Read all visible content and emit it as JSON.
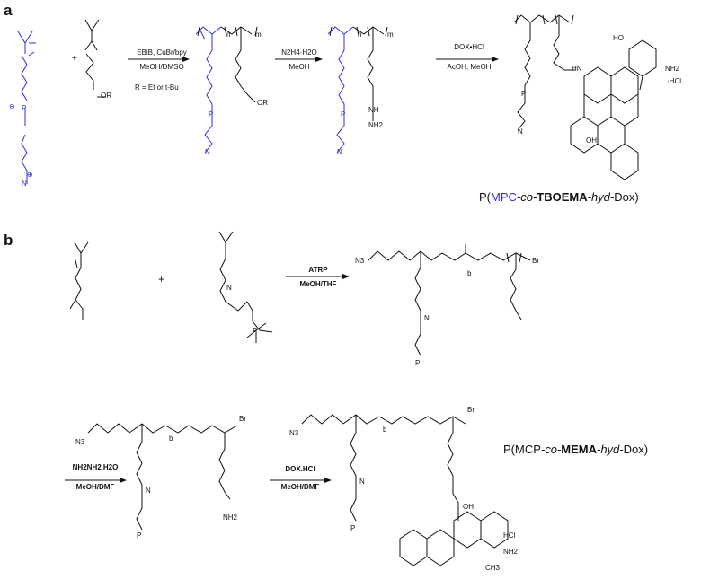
{
  "panel_a": {
    "label": "a",
    "reagents": {
      "step1_top": "EBiB, CuBr/bpy",
      "step1_bottom": "MeOH/DMSO",
      "r_group": "R = Et or t-Bu",
      "step2_top": "N2H4·H2O",
      "step2_bottom": "MeOH",
      "step3_top": "DOX•HCl",
      "step3_bottom": "AcOH, MeOH"
    },
    "plus": "+",
    "product": {
      "prefix": "P(",
      "mpc": "MPC",
      "co": "-co-",
      "tboema": "TBOEMA",
      "hyd": "-hyd-",
      "dox": "Dox)"
    }
  },
  "panel_b": {
    "label": "b",
    "plus": "+",
    "reagents": {
      "step1_top": "ATRP",
      "step1_bottom": "MeOH/THF",
      "step2_top": "NH2NH2.H2O",
      "step2_bottom": "MeOH/DMF",
      "step3_top": "DOX.HCl",
      "step3_bottom": "MeOH/DMF"
    },
    "product": {
      "prefix": "P(MCP",
      "co": "-co-",
      "mema": "MEMA",
      "hyd": "-hyd-",
      "dox": "Dox)"
    }
  },
  "atoms": {
    "O": "O",
    "P": "P",
    "N": "N",
    "R": "R",
    "OR": "OR",
    "N3": "N3",
    "Br": "Br",
    "b": "b",
    "m": "m",
    "n": "n",
    "HO": "HO",
    "OH": "OH",
    "NH": "NH",
    "NH2": "NH2",
    "HN": "HN",
    "HCl": "HCl",
    "dotHCl": "·HCl",
    "CH3": "CH3",
    "plus": "+",
    "minus": "−",
    "oplus": "⊕",
    "ominus": "⊖",
    "N_eq_N": "N",
    "HN_N": "HN"
  },
  "colors": {
    "blue": "#2d2ed8",
    "black": "#111111"
  }
}
